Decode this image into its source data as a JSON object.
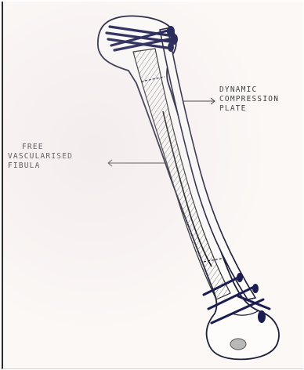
{
  "labels": {
    "plate": [
      "DYNAMIC",
      "COMPRESSION",
      "PLATE"
    ],
    "fibula": [
      "FREE",
      "VASCULARISED",
      "FIBULA"
    ]
  },
  "colors": {
    "ink": "#1e1f3a",
    "screw": "#1a1d52",
    "hatch": "#6a6a6a",
    "paper": "#fbf8f6"
  }
}
